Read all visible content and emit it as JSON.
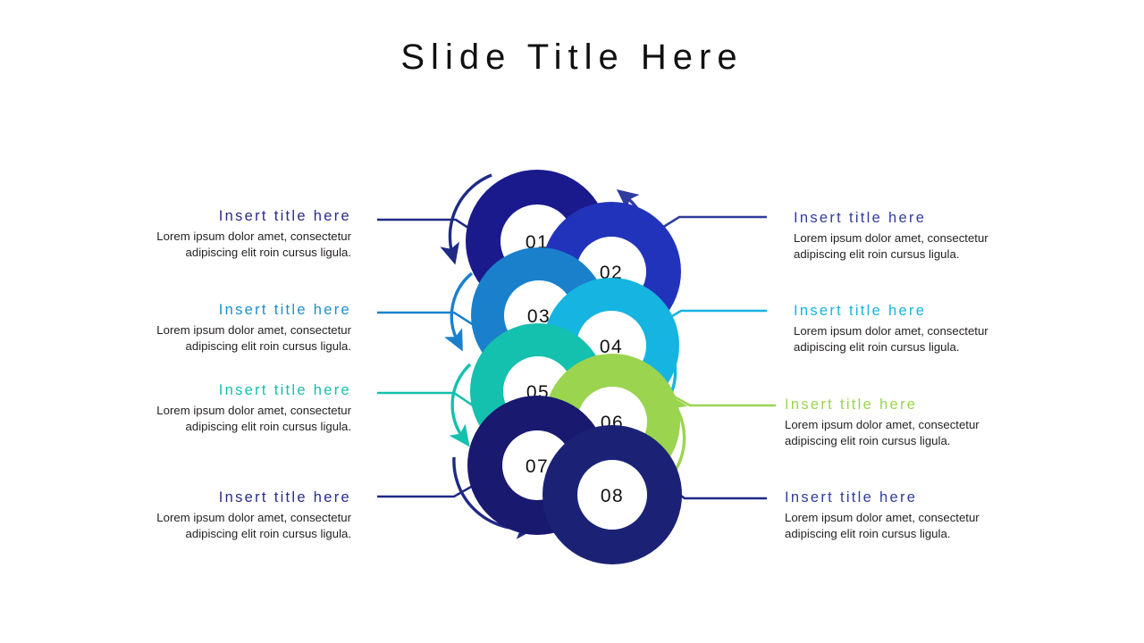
{
  "slide": {
    "title": "Slide Title Here",
    "background": "#ffffff"
  },
  "palette": {
    "navy_dark": "#1a1a8c",
    "royal_blue": "#2233bb",
    "blue": "#1a80cc",
    "cyan": "#16b4e0",
    "turquoise": "#14c0ae",
    "green": "#9bd44f",
    "navy_deep": "#191970",
    "navy": "#1b2275",
    "body_text": "#231f20",
    "title_text": "#111111"
  },
  "rings": [
    {
      "number": "01",
      "color": "#1a1a8c",
      "side": "left"
    },
    {
      "number": "02",
      "color": "#2233bb",
      "side": "right"
    },
    {
      "number": "03",
      "color": "#1a80cc",
      "side": "left"
    },
    {
      "number": "04",
      "color": "#16b4e0",
      "side": "right"
    },
    {
      "number": "05",
      "color": "#14c0ae",
      "side": "left"
    },
    {
      "number": "06",
      "color": "#9bd44f",
      "side": "right"
    },
    {
      "number": "07",
      "color": "#191970",
      "side": "left"
    },
    {
      "number": "08",
      "color": "#1b2275",
      "side": "right"
    }
  ],
  "text_blocks": {
    "left": [
      {
        "title": "Insert title here",
        "title_color": "#2a2a8c",
        "body": "Lorem ipsum dolor amet, consectetur adipiscing elit roin cursus ligula."
      },
      {
        "title": "Insert title here",
        "title_color": "#1a8fd0",
        "body": "Lorem ipsum dolor amet, consectetur adipiscing elit roin cursus ligula."
      },
      {
        "title": "Insert title here",
        "title_color": "#14c0ae",
        "body": "Lorem ipsum dolor amet, consectetur adipiscing elit roin cursus ligula."
      },
      {
        "title": "Insert title here",
        "title_color": "#2a2a8c",
        "body": "Lorem ipsum dolor amet, consectetur adipiscing elit roin cursus ligula."
      }
    ],
    "right": [
      {
        "title": "Insert title here",
        "title_color": "#2f3c9e",
        "body": "Lorem ipsum dolor amet, consectetur adipiscing elit roin cursus ligula."
      },
      {
        "title": "Insert title here",
        "title_color": "#16b4e0",
        "body": "Lorem ipsum dolor amet, consectetur adipiscing elit roin cursus ligula."
      },
      {
        "title": "Insert title here",
        "title_color": "#9bd44f",
        "body": "Lorem ipsum dolor amet, consectetur adipiscing elit roin cursus ligula."
      },
      {
        "title": "Insert title here",
        "title_color": "#2f3c9e",
        "body": "Lorem ipsum dolor amet, consectetur adipiscing elit roin cursus ligula."
      }
    ]
  }
}
